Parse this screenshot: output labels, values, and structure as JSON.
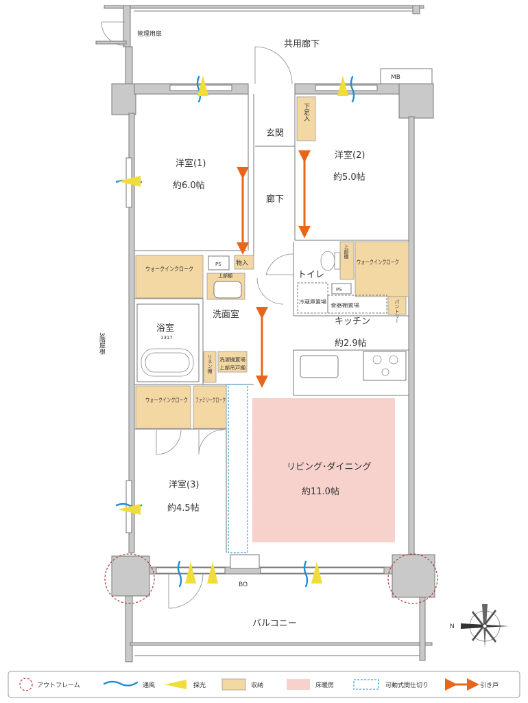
{
  "rooms": {
    "western1_name": "洋室(1)",
    "western1_size": "約6.0帖",
    "western2_name": "洋室(2)",
    "western2_size": "約5.0帖",
    "western3_name": "洋室(3)",
    "western3_size": "約4.5帖",
    "living_name": "リビング･ダイニング",
    "living_size": "約11.0帖",
    "kitchen_name": "キッチン",
    "kitchen_size": "約2.9帖",
    "bath_name": "浴室",
    "bath_size": "1317",
    "washroom": "洗面室",
    "toilet": "トイレ",
    "entrance": "玄関",
    "hallway": "廊下",
    "common_corridor": "共用廊下",
    "balcony": "バルコニー",
    "management_door": "管理用扉",
    "roof_label": "3階屋根",
    "mb": "MB",
    "bo": "BO"
  },
  "storage": {
    "wic1": "ウォークインクローク",
    "wic2": "ウォークインクローク",
    "wic3": "ウォークインクローク",
    "family_closet": "ファミリークローク",
    "shoe_box": "下足入",
    "storage_room": "物入",
    "linen": "リネン棚",
    "pantry": "パントリー",
    "ps1": "PS",
    "ps2": "PS",
    "upper_shelf1": "上部吊戸棚",
    "upper_shelf2": "上部棚",
    "upper_shelf3": "上部棚",
    "washer_space": "洗濯機置場",
    "fridge_space": "冷蔵庫置場",
    "dish_shelf": "食器棚置場"
  },
  "compass": {
    "label": "N"
  },
  "legend": [
    {
      "id": "outframe",
      "label": "アウトフレーム"
    },
    {
      "id": "ventilation",
      "label": "通風"
    },
    {
      "id": "daylight",
      "label": "採光"
    },
    {
      "id": "storage",
      "label": "収納"
    },
    {
      "id": "floor-heating",
      "label": "床暖房"
    },
    {
      "id": "movable-partition",
      "label": "可動式間仕切り"
    },
    {
      "id": "sliding-door",
      "label": "引き戸"
    }
  ],
  "colors": {
    "storage": "#f4d8a4",
    "floor_heating": "#f7d2cc",
    "ventilation": "#1e8ed6",
    "daylight": "#f1dd3a",
    "sliding_door": "#e8661a",
    "outframe": "#b0302a",
    "movable_partition": "#3aa0d8"
  }
}
